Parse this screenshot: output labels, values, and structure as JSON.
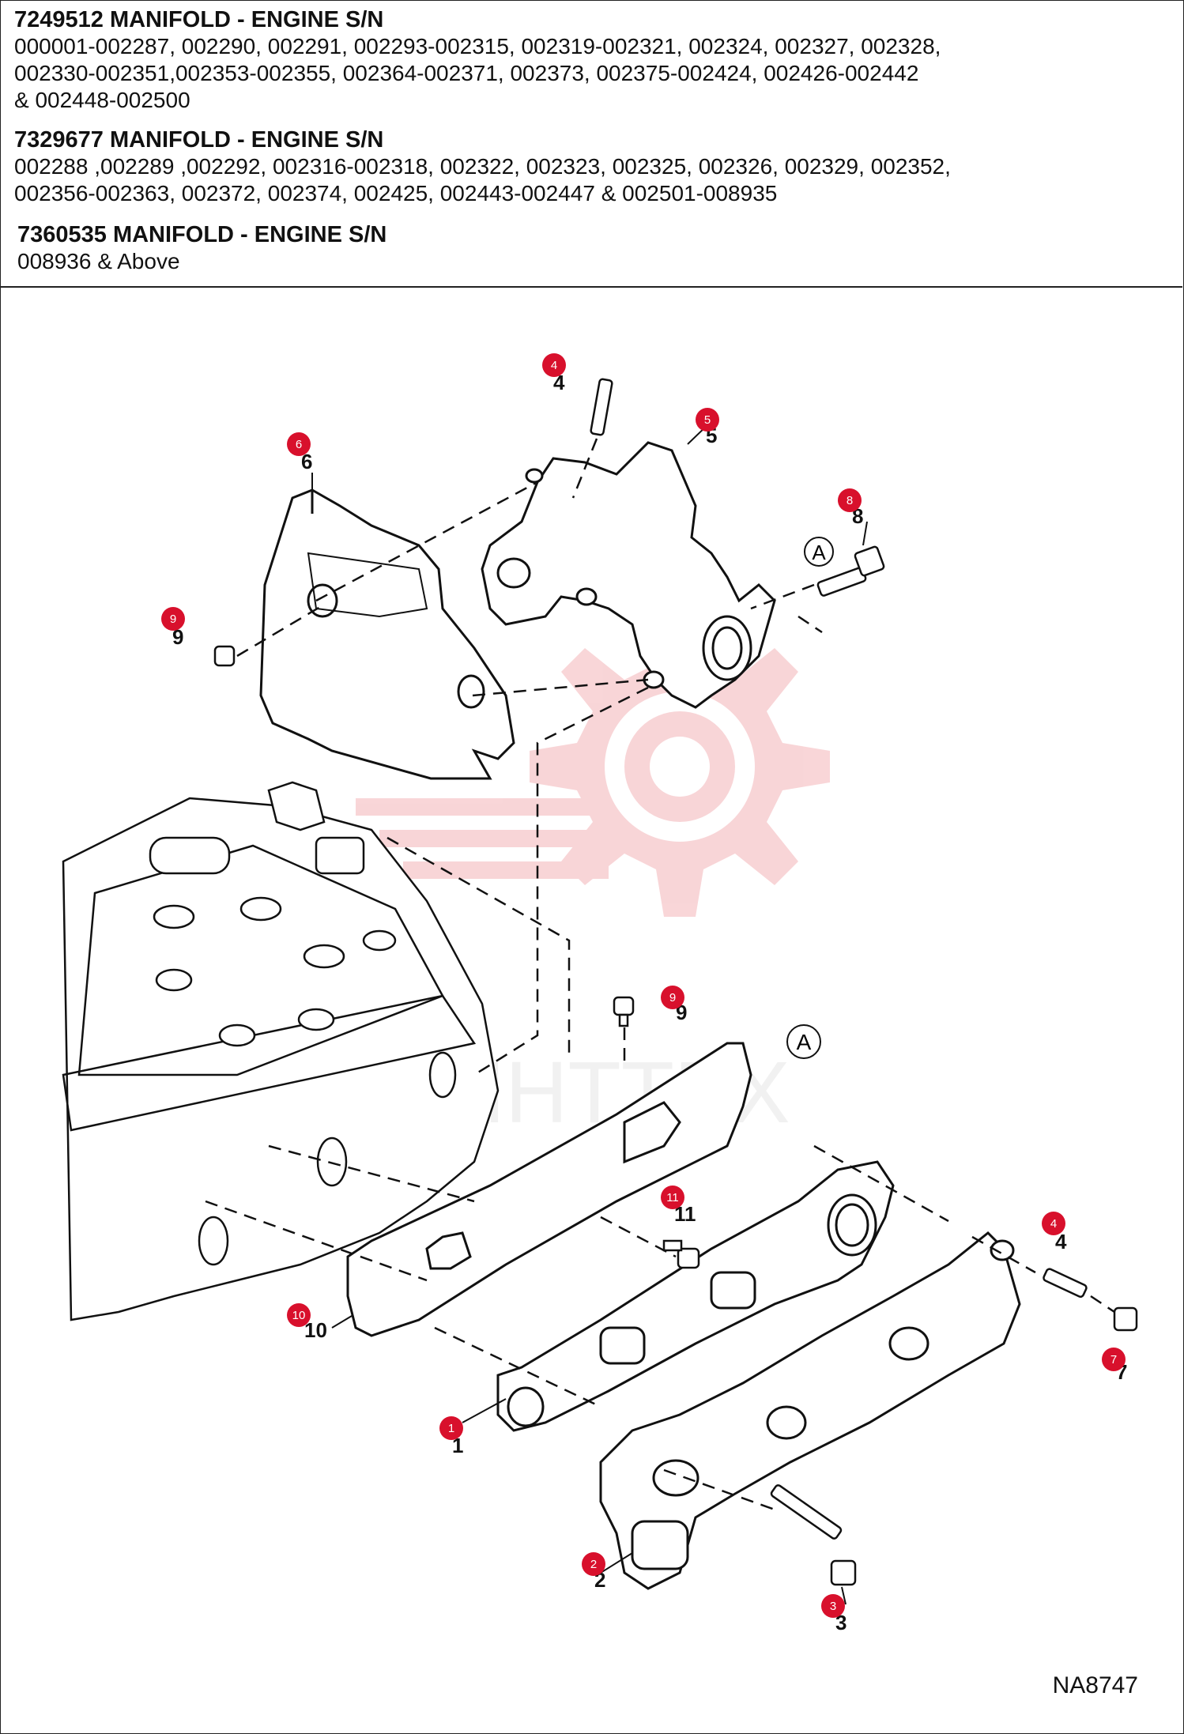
{
  "header": {
    "blocks": [
      {
        "title": "7249512 MANIFOLD - ENGINE S/N",
        "lines": [
          "000001-002287, 002290, 002291, 002293-002315, 002319-002321, 002324, 002327, 002328,",
          "002330-002351,002353-002355, 002364-002371, 002373, 002375-002424, 002426-002442",
          "& 002448-002500"
        ]
      },
      {
        "title": "7329677 MANIFOLD - ENGINE S/N",
        "lines": [
          "002288 ,002289 ,002292, 002316-002318, 002322, 002323, 002325, 002326, 002329, 002352,",
          "002356-002363, 002372, 002374, 002425, 002443-002447 & 002501-008935"
        ]
      },
      {
        "title": "7360535 MANIFOLD - ENGINE S/N",
        "lines": [
          "008936 & Above"
        ]
      }
    ]
  },
  "callouts": [
    {
      "id": "1",
      "label": "1"
    },
    {
      "id": "2",
      "label": "2"
    },
    {
      "id": "3",
      "label": "3"
    },
    {
      "id": "4a",
      "label": "4"
    },
    {
      "id": "4b",
      "label": "4"
    },
    {
      "id": "5",
      "label": "5"
    },
    {
      "id": "6",
      "label": "6"
    },
    {
      "id": "7",
      "label": "7"
    },
    {
      "id": "8",
      "label": "8"
    },
    {
      "id": "9a",
      "label": "9"
    },
    {
      "id": "9b",
      "label": "9"
    },
    {
      "id": "10",
      "label": "10"
    },
    {
      "id": "11",
      "label": "11"
    }
  ],
  "detail_refs": {
    "a1": "A",
    "a2": "A"
  },
  "watermark_text": "ИНТТЕХ",
  "drawing_code": "NA8747",
  "colors": {
    "callout": "#d8102c",
    "watermark": "#f4b4b8",
    "line": "#111111"
  }
}
